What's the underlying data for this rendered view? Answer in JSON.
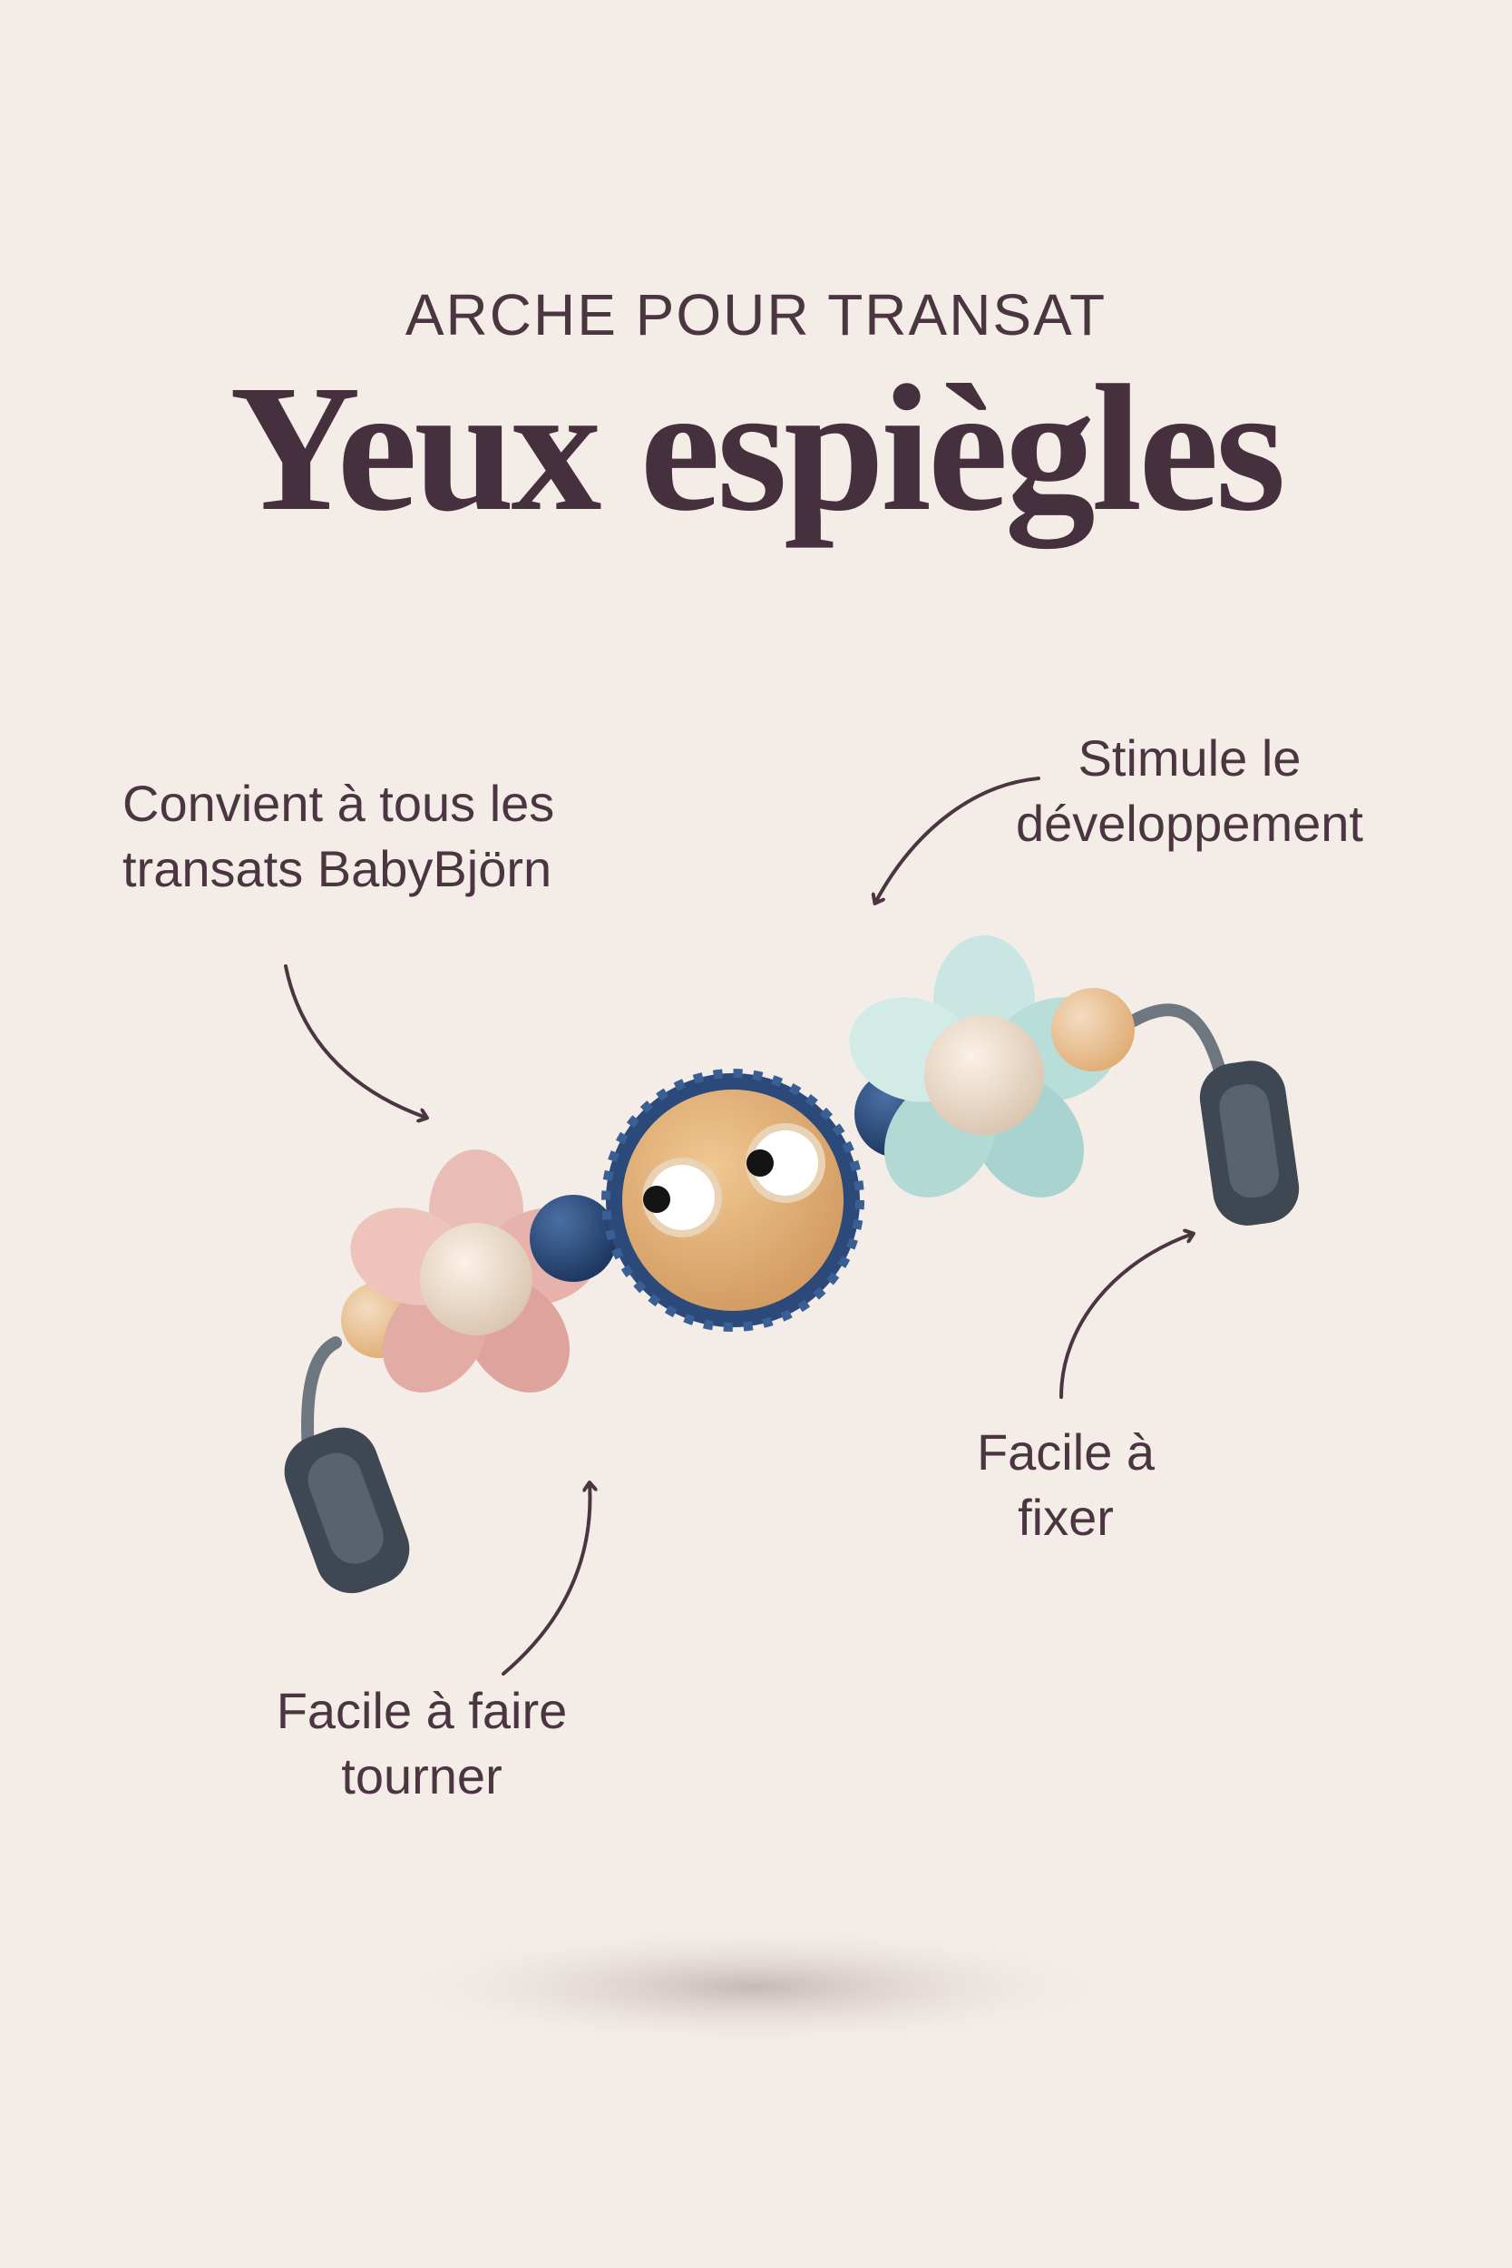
{
  "header": {
    "eyebrow": "ARCHE POUR TRANSAT",
    "headline": "Yeux espiègles"
  },
  "callouts": [
    {
      "lines": [
        "Convient à tous les",
        "transats BabyBjörn"
      ]
    },
    {
      "lines": [
        "Stimule le",
        "développement"
      ]
    },
    {
      "lines": [
        "Facile à",
        "fixer"
      ]
    },
    {
      "lines": [
        "Facile à faire",
        "tourner"
      ]
    }
  ],
  "colors": {
    "background": "#f4ece7",
    "text": "#4a3540",
    "pink_flower": "#e8b9b2",
    "mint_flower": "#bfe0dc",
    "navy_bead": "#2b4a7a",
    "wood": "#dcae7a",
    "clip": "#3e4752"
  }
}
